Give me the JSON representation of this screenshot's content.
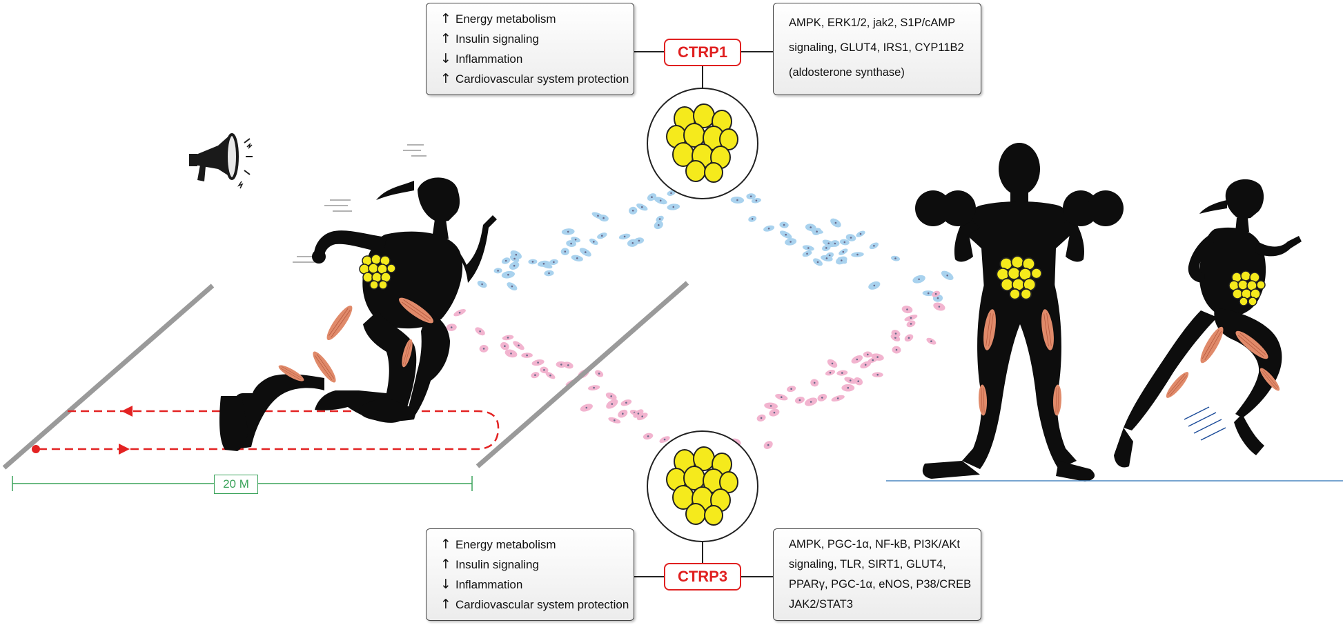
{
  "ctrp1": {
    "label": "CTRP1",
    "effects": [
      {
        "arrow": "↑",
        "text": "Energy metabolism"
      },
      {
        "arrow": "↑",
        "text": "Insulin signaling"
      },
      {
        "arrow": "↓",
        "text": "Inflammation"
      },
      {
        "arrow": "↑",
        "text": "Cardiovascular system protection"
      }
    ],
    "pathways": [
      "AMPK, ERK1/2, jak2, S1P/cAMP",
      "signaling, GLUT4, IRS1, CYP11B2",
      "(aldosterone synthase)"
    ]
  },
  "ctrp3": {
    "label": "CTRP3",
    "effects": [
      {
        "arrow": "↑",
        "text": "Energy metabolism"
      },
      {
        "arrow": "↑",
        "text": "Insulin signaling"
      },
      {
        "arrow": "↓",
        "text": "Inflammation"
      },
      {
        "arrow": "↑",
        "text": "Cardiovascular system protection"
      }
    ],
    "pathways": [
      "AMPK, PGC-1α, NF-kB, PI3K/AKt",
      "signaling, TLR, SIRT1, GLUT4,",
      "PPARγ, PGC-1α, eNOS, P38/CREB",
      "JAK2/STAT3"
    ]
  },
  "track": {
    "distance_label": "20 M"
  },
  "colors": {
    "badge_red": "#e02020",
    "fat_yellow": "#f5ea1c",
    "muscle": "#e08a6a",
    "blue_cells": "#a9d2ee",
    "pink_cells": "#f2b4cf",
    "track_arrow": "#e32222",
    "distance_green": "#3aa35a",
    "ground_line": "#4a86c0"
  },
  "icons": [
    "megaphone-icon",
    "fat-cell-cluster-icon",
    "runner-silhouette",
    "dumbbell-lifter-silhouette",
    "jogger-silhouette"
  ]
}
